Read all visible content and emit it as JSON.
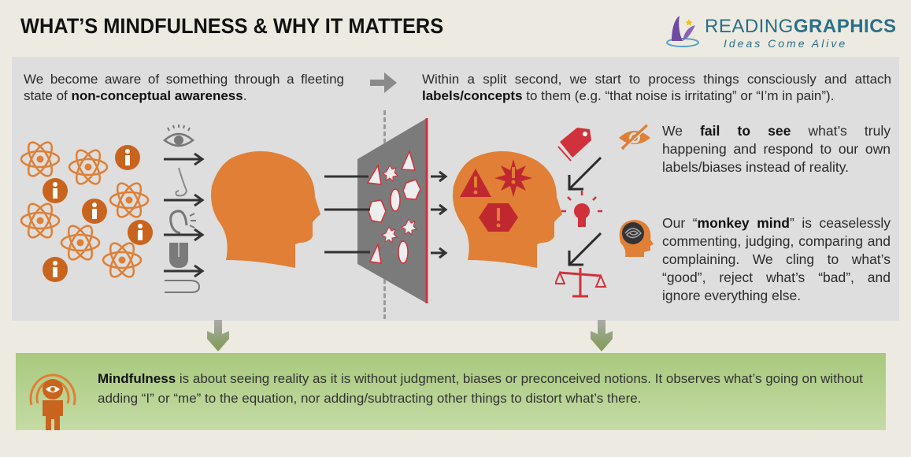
{
  "header": {
    "title": "WHAT’S MINDFULNESS & WHY IT MATTERS",
    "logo": {
      "name_light": "READING",
      "name_bold": "GRAPHICS",
      "tagline": "Ideas Come Alive"
    }
  },
  "panel": {
    "left_text": {
      "before": "We become aware of something through a fleeting state of ",
      "bold": "non-conceptual awareness",
      "after": "."
    },
    "right_text": {
      "before": "Within a split second, we start to process things consciously and attach ",
      "bold": "labels/concepts",
      "after": " to them (e.g. “that noise is irritating” or “I’m in pain”)."
    },
    "point1": {
      "before": "We ",
      "bold": "fail to see",
      "after": " what’s truly happening and respond to our own labels/biases instead of reality."
    },
    "point2": {
      "before": "Our “",
      "bold": "monkey mind",
      "after": "” is ceaselessly commenting, judging, comparing and complaining. We cling to what’s “good”, reject what’s “bad”, and ignore everything else."
    },
    "senses": [
      "eye-icon",
      "nose-icon",
      "ear-icon",
      "tongue-icon",
      "finger-icon"
    ],
    "head_icons": [
      "warning-triangle-icon",
      "warning-burst-icon",
      "warning-hexagon-icon"
    ],
    "label_icons": [
      "tag-icon",
      "lightbulb-icon",
      "scale-icon"
    ]
  },
  "conclusion": {
    "bold": "Mindfulness",
    "text": " is about seeing reality as it is without judgment, biases or preconceived notions. It observes what’s going on without adding “I” or “me” to the equation, nor adding/subtracting other things to distort what’s there."
  },
  "colors": {
    "orange": "#e07f35",
    "red": "#d1313a",
    "green": "#a9c97d",
    "panel": "#dedede",
    "background": "#edebe1",
    "logo": "#2a6f8a"
  }
}
